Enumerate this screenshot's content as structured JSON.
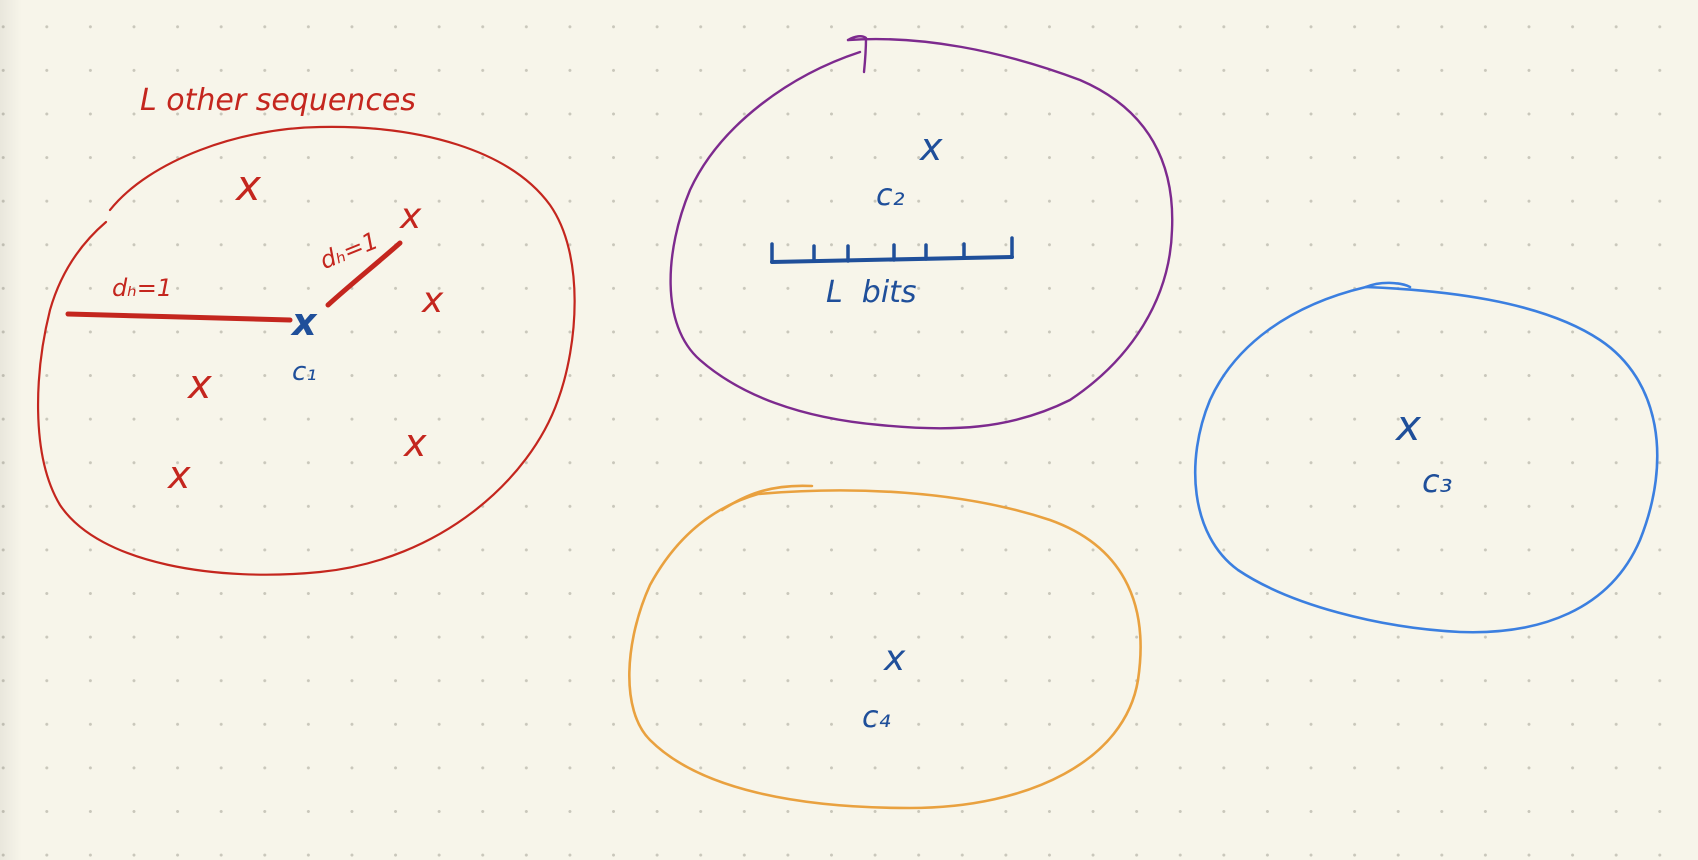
{
  "colors": {
    "red": "#c4261e",
    "purple": "#7d2a8e",
    "blue": "#3b7fe0",
    "orange": "#e9a13f",
    "navy": "#1f4f9a",
    "paper": "#f7f5ea"
  },
  "title_note": "L other sequences",
  "cluster_1": {
    "center_mark": "x",
    "center_label": "c₁",
    "distance_label_left": "dₕ=1",
    "distance_label_right": "dₕ=1",
    "member_marks": [
      "x",
      "x",
      "x",
      "x",
      "x",
      "x"
    ]
  },
  "cluster_2": {
    "center_mark": "x",
    "center_label": "c₂",
    "bits_label": "L  bits"
  },
  "cluster_3": {
    "center_mark": "x",
    "center_label": "c₃"
  },
  "cluster_4": {
    "center_mark": "x",
    "center_label": "c₄"
  }
}
